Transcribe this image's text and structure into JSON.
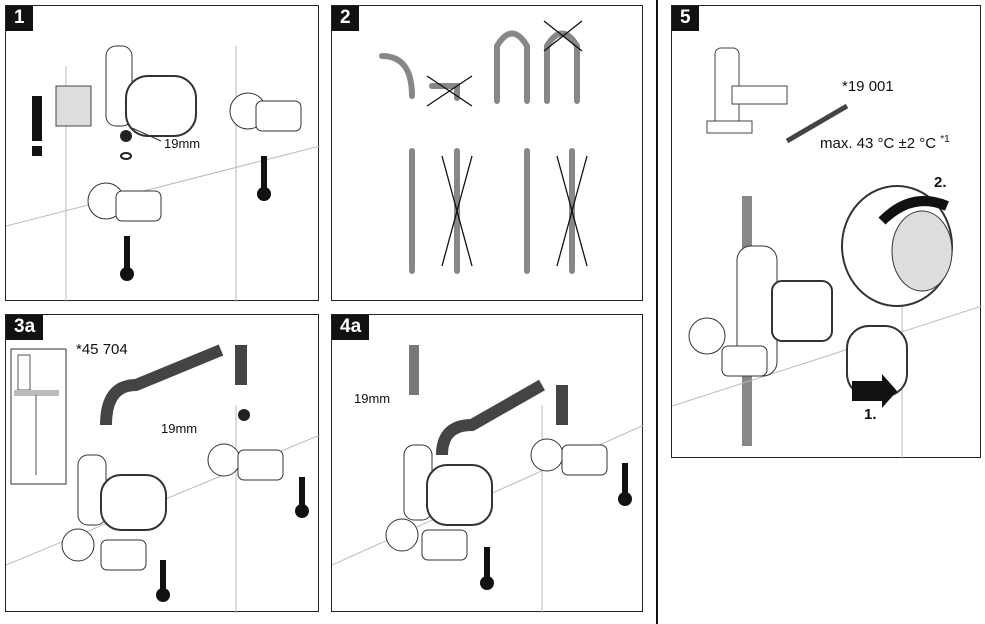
{
  "panels": {
    "p1": {
      "step": "1",
      "label_19mm": "19mm"
    },
    "p2": {
      "step": "2"
    },
    "p3a": {
      "step": "3a",
      "part_no": "*45 704",
      "label_19mm": "19mm"
    },
    "p4a": {
      "step": "4a",
      "label_19mm": "19mm"
    },
    "p5": {
      "step": "5",
      "part_no": "*19 001",
      "temp": "max. 43 °C ±2 °C",
      "footnote": "*1",
      "step_1": "1.",
      "step_2": "2."
    }
  }
}
